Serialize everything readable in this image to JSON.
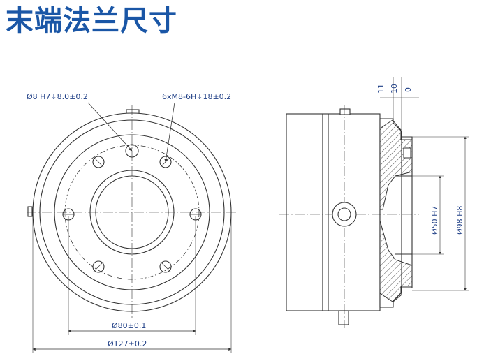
{
  "title": "末端法兰尺寸",
  "colors": {
    "title": "#1a56a6",
    "dimension_text": "#1f3f86",
    "line": "#333333",
    "hatch": "#555555"
  },
  "front_view": {
    "hole_callout": "Ø8 H7↧8.0±0.2",
    "thread_callout": "6xM8-6H↧18±0.2",
    "pcd_dimension": "Ø80±0.1",
    "outer_dimension": "Ø127±0.2"
  },
  "side_view": {
    "top_dim_1": "11",
    "top_dim_2": "10",
    "top_dim_3": "0",
    "bore_dimension": "Ø50 H7",
    "spigot_dimension": "Ø98 H8"
  }
}
